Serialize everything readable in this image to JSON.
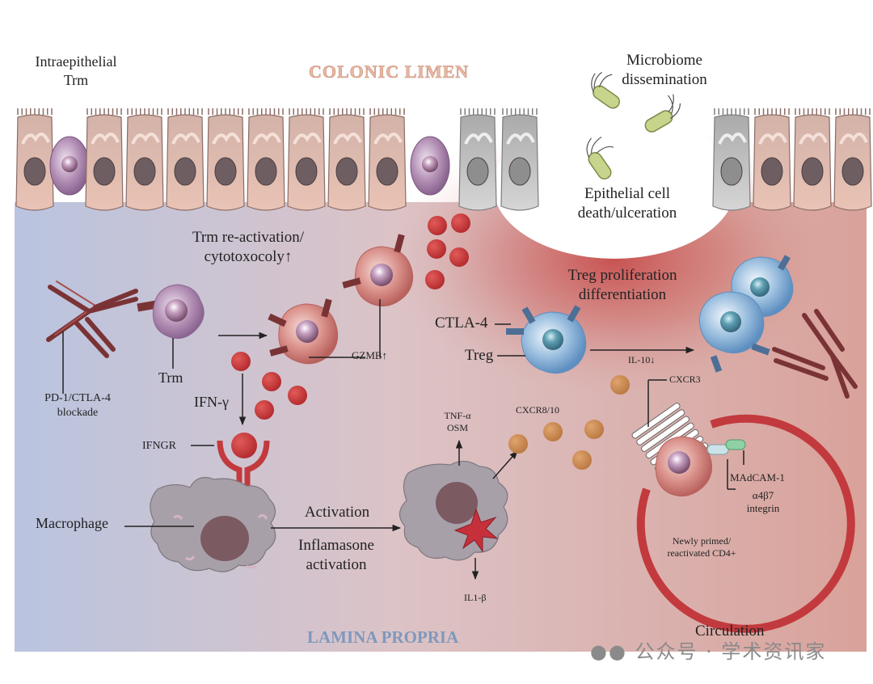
{
  "regions": {
    "lumen": "COLONIC LIMEN",
    "lamina": "LAMINA PROPRIA",
    "circulation": "Circulation"
  },
  "labels": {
    "intra_1": "Intraepithelial",
    "intra_2": "Trm",
    "micro_1": "Microbiome",
    "micro_2": "dissemination",
    "death_1": "Epithelial cell",
    "death_2": "death/ulceration",
    "trm_react_1": "Trm re-activation/",
    "trm_react_2": "cytotoxocoly↑",
    "treg_prolif_1": "Treg proliferation",
    "treg_prolif_2": "differentiation",
    "ctla4": "CTLA-4",
    "treg": "Treg",
    "il10": "IL-10↓",
    "trm": "Trm",
    "gzmb": "GZMB↑",
    "pd1_1": "PD-1/CTLA-4",
    "pd1_2": "blockade",
    "ifng": "IFN-γ",
    "ifngr": "IFNGR",
    "macrophage": "Macrophage",
    "activation": "Activation",
    "inflam_1": "Inflamasone",
    "inflam_2": "activation",
    "tnf": "TNF-α",
    "osm": "OSM",
    "cxcr810": "CXCR8/10",
    "il1b": "IL1-β",
    "cxcr3": "CXCR3",
    "madcam": "MAdCAM-1",
    "a4b7_1": "α4β7",
    "a4b7_2": "integrin",
    "cd4_1": "Newly primed/",
    "cd4_2": "reactivated CD4+"
  },
  "watermark": "公众号 · 学术资讯家",
  "colors": {
    "lamina_left": "#b9c4e0",
    "lamina_right": "#d9a29a",
    "inflammation": "#c6403f",
    "cytokine_red": "#c8393b",
    "chemokine_orange": "#c98a55",
    "epithelium": "#e4b6a7",
    "dying_epithelium": "#c8c8c8",
    "trm_cell": "#a57ea7",
    "activated_trm": "#d88e88",
    "treg_cell": "#8eb5d8",
    "macrophage": "#a8a0a8",
    "receptor_dark": "#7a3335",
    "bacteria": "#c6d58b",
    "vessel": "#c23a3d"
  }
}
